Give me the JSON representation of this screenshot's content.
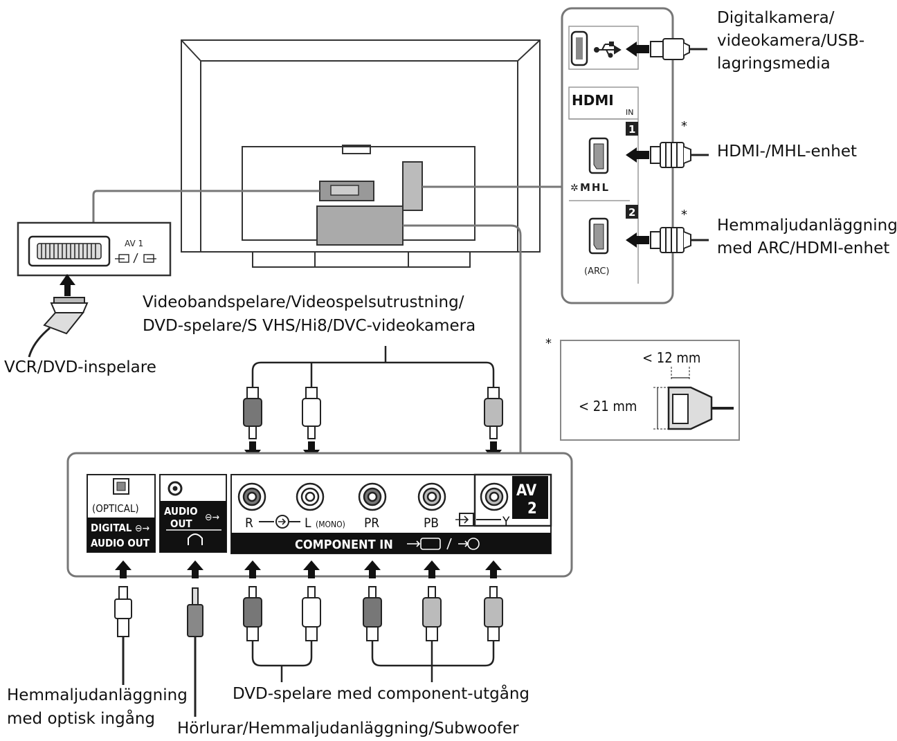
{
  "labels": {
    "usb_device": [
      "Digitalkamera/",
      "videokamera/USB-",
      "lagringsmedia"
    ],
    "hdmi_mhl_device": "HDMI-/MHL-enhet",
    "arc_device": [
      "Hemmaljudanläggning",
      "med ARC/HDMI-enhet"
    ],
    "top_sources": [
      "Videobandspelare/Videospelsutrustning/",
      "DVD-spelare/S VHS/Hi8/DVC-videokamera"
    ],
    "vcr": "VCR/DVD-inspelare",
    "optical_device": [
      "Hemmaljudanläggning",
      "med optisk ingång"
    ],
    "component_device": "DVD-spelare med component-utgång",
    "headphones_device": "Hörlurar/Hemmaljudanläggning/Subwoofer",
    "asterisk": "*"
  },
  "side_panel": {
    "hdmi_logo": "HDMI",
    "hdmi_in": "IN",
    "port1": "1",
    "port2": "2",
    "mhl": "MHL",
    "arc": "(ARC)"
  },
  "av1": {
    "label": "AV 1"
  },
  "plug_note": {
    "width": "< 12 mm",
    "height": "< 21 mm"
  },
  "bottom_panel": {
    "optical": "(OPTICAL)",
    "digital": "DIGITAL",
    "audio_out": "AUDIO OUT",
    "audio": "AUDIO",
    "out": "OUT",
    "r": "R",
    "l": "L",
    "mono": "(MONO)",
    "pr": "PR",
    "pb": "PB",
    "y": "Y",
    "av": "AV",
    "av_num": "2",
    "component_in": "COMPONENT IN"
  }
}
